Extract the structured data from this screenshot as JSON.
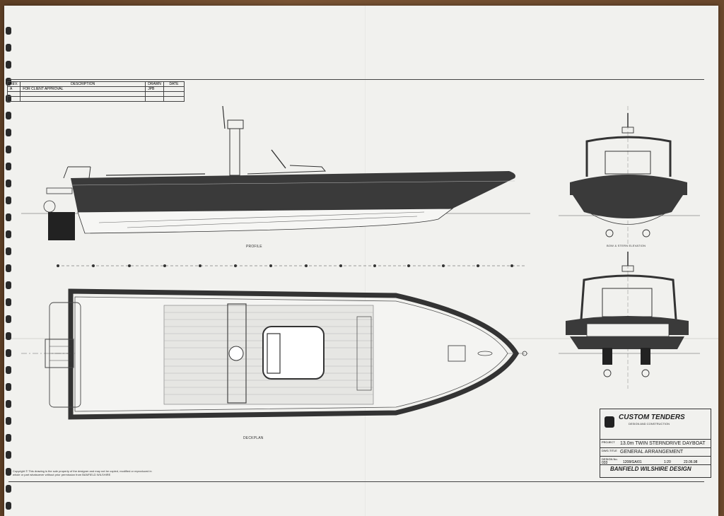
{
  "revision_table": {
    "headers": [
      "REV.",
      "DESCRIPTION",
      "DRAWN",
      "DATE"
    ],
    "rows": [
      [
        "A",
        "FOR CLIENT APPROVAL",
        "JPB",
        ""
      ]
    ]
  },
  "views": {
    "profile_label": "PROFILE",
    "deckplan_label": "DECKPLAN",
    "elevation_label": "BOW & STERN ELEVATION"
  },
  "title_block": {
    "company": "CUSTOM TENDERS",
    "company_sub": "DESIGN AND CONSTRUCTION",
    "project_caption": "PROJECT",
    "project": "13.0m TWIN STERNDRIVE DAYBOAT",
    "title_caption": "DWG.TITLE",
    "title": "GENERAL ARRANGEMENT",
    "design_no_caption": "DESIGN No.",
    "design_no": "033",
    "dwg_no": "1208/GA/01",
    "scale": "1:20",
    "date": "23.06.98",
    "designer": "BANFIELD WILSHIRE DESIGN"
  },
  "copyright_text": "This drawing is the sole property of the designer and may not be copied, modified or reproduced in whole or part whatsoever without prior permission from BANFIELD WILSHIRE",
  "copyright_label": "Copyright"
}
